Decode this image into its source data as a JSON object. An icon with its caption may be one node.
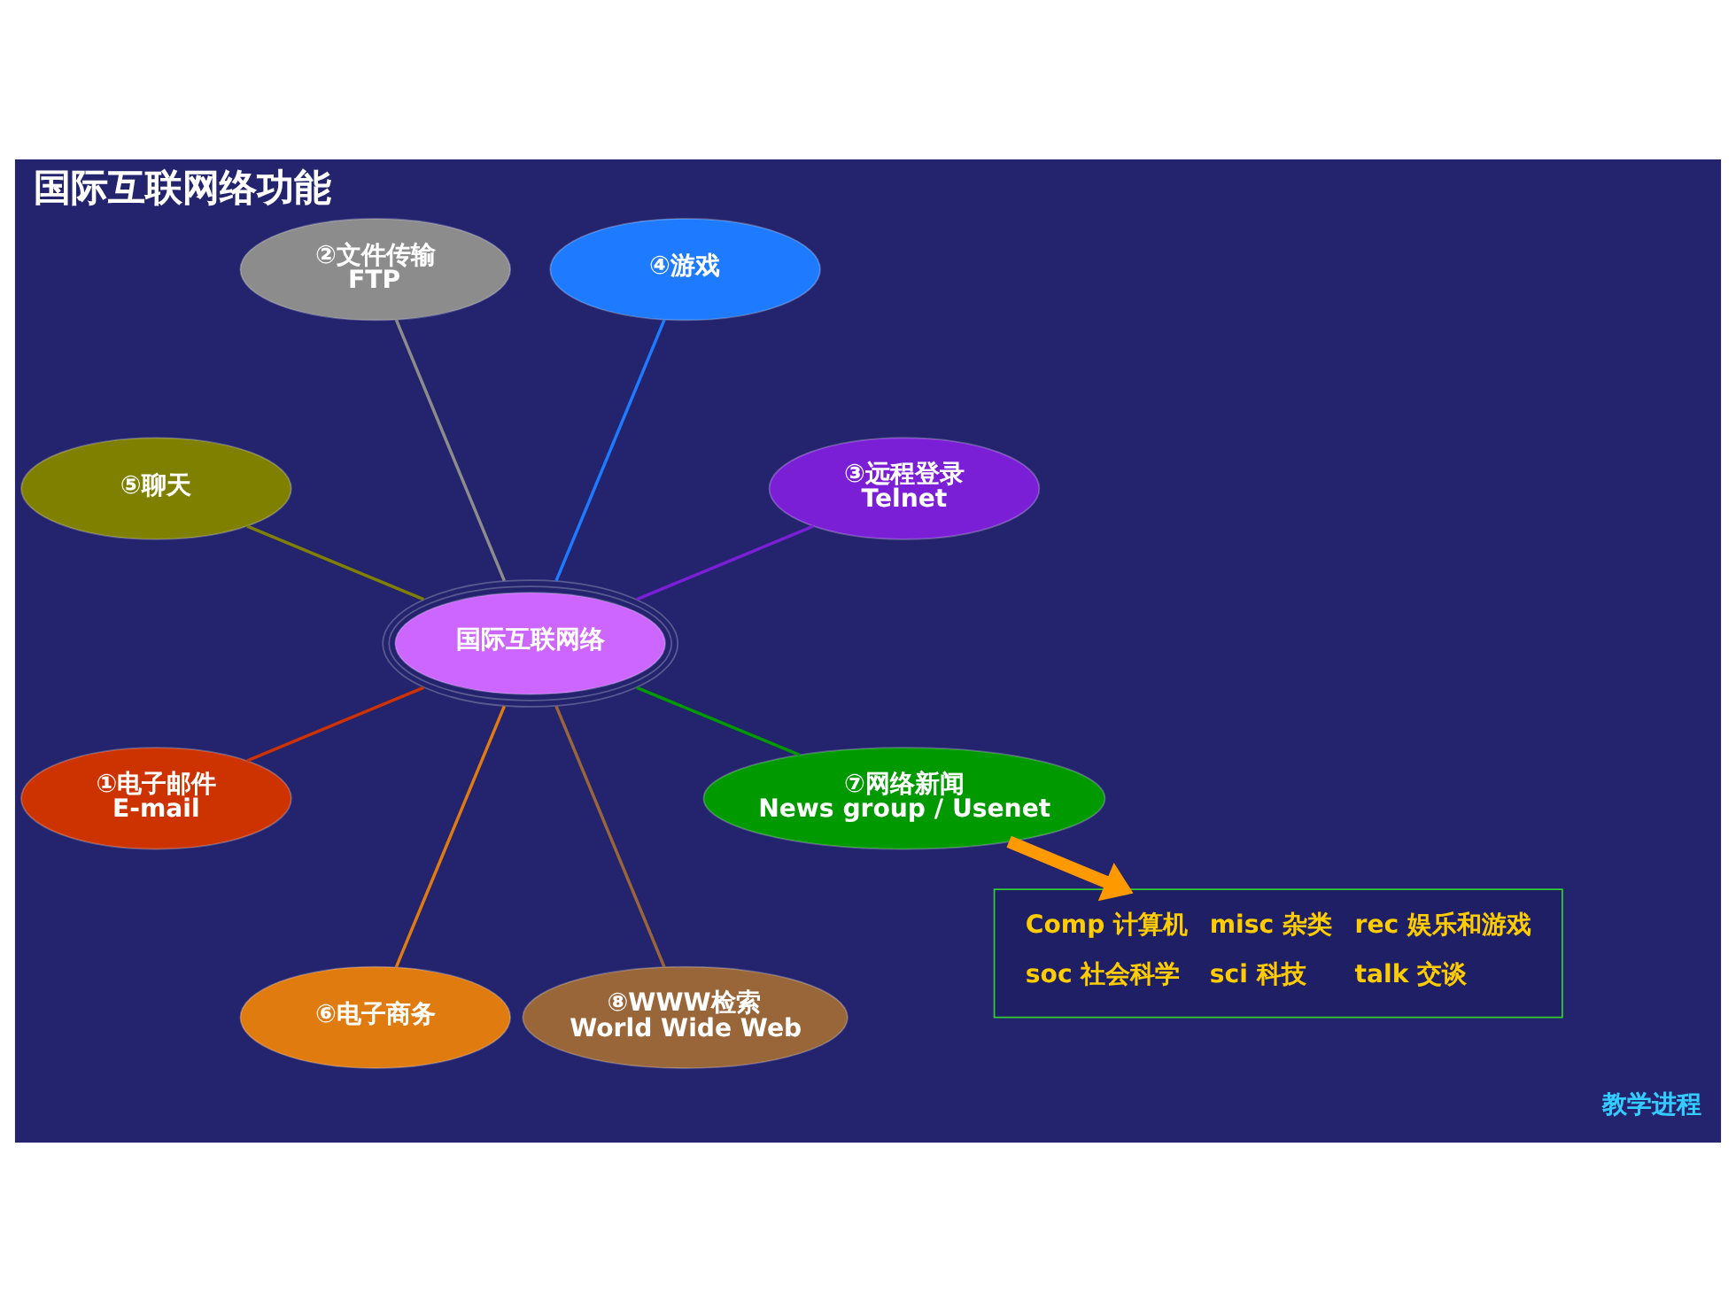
{
  "diagram": {
    "title": "国际互联网络功能",
    "nodes": [
      {
        "text": [
          "国际互联网络"
        ]
      },
      {
        "text": [
          "③远程登录",
          "Telnet"
        ]
      },
      {
        "text": [
          "④游戏"
        ]
      },
      {
        "text": [
          "②文件传输",
          "FTP"
        ]
      },
      {
        "text": [
          "⑤聊天"
        ]
      },
      {
        "text": [
          "①电子邮件",
          "E-mail"
        ]
      },
      {
        "text": [
          "⑥电子商务"
        ]
      },
      {
        "text": [
          "⑧WWW检索",
          "World Wide Web"
        ]
      },
      {
        "text": [
          "⑦网络新闻",
          "News group / Usenet"
        ]
      },
      {
        "text": [
          "Comp 计算机",
          "misc 杂类",
          "rec 娱乐和游戏",
          "soc 社会科学",
          "sci 科技",
          "talk 交谈"
        ]
      }
    ],
    "edges": [
      {
        "from": 1,
        "to": 0,
        "arrow": "none",
        "color": "#7a1fd6"
      },
      {
        "from": 2,
        "to": 0,
        "arrow": "none",
        "color": "#1e7bff"
      },
      {
        "from": 3,
        "to": 0,
        "arrow": "none",
        "color": "#8c8c8c"
      },
      {
        "from": 4,
        "to": 0,
        "arrow": "none",
        "color": "#808000"
      },
      {
        "from": 5,
        "to": 0,
        "arrow": "none",
        "color": "#cc3300"
      },
      {
        "from": 6,
        "to": 0,
        "arrow": "none",
        "color": "#e07b10"
      },
      {
        "from": 7,
        "to": 0,
        "arrow": "none",
        "color": "#99663a"
      },
      {
        "from": 8,
        "to": 0,
        "arrow": "none",
        "color": "#009900"
      },
      {
        "from": 8,
        "to": 9,
        "arrow": "to",
        "style": "thick",
        "color": "#ff9900"
      }
    ],
    "labels": [
      "教学进程"
    ]
  }
}
